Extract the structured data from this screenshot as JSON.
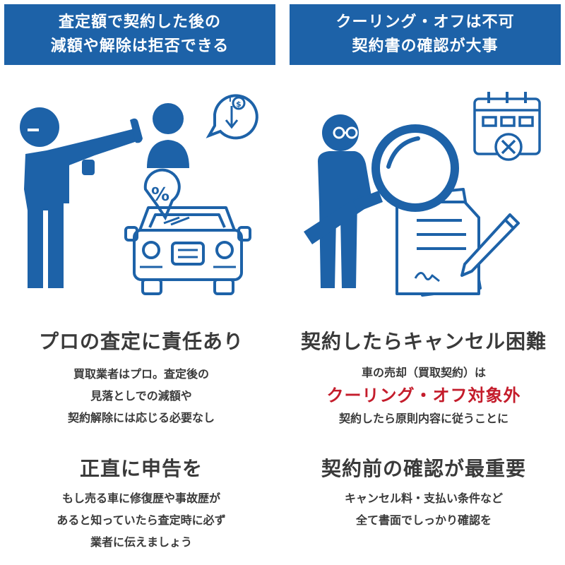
{
  "left": {
    "banner_line1": "査定額で契約した後の",
    "banner_line2": "減額や解除は拒否できる",
    "heading1": "プロの査定に責任あり",
    "text1_line1": "買取業者はプロ。査定後の",
    "text1_line2": "見落としでの減額や",
    "text1_line3": "契約解除には応じる必要なし",
    "heading2": "正直に申告を",
    "text2_line1": "もし売る車に修復歴や事故歴が",
    "text2_line2": "あると知っていたら査定時に必ず",
    "text2_line3": "業者に伝えましょう",
    "percent_symbol": "%",
    "dollar_symbol": "$",
    "i_symbol": "i"
  },
  "right": {
    "banner_line1": "クーリング・オフは不可",
    "banner_line2": "契約書の確認が大事",
    "heading1": "契約したらキャンセル困難",
    "text1_line1": "車の売却（買取契約）は",
    "text1_emph": "クーリング・オフ対象外",
    "text1_line3": "契約したら原則内容に従うことに",
    "heading2": "契約前の確認が最重要",
    "text2_line1": "キャンセル料・支払い条件など",
    "text2_line2": "全て書面でしっかり確認を"
  },
  "colors": {
    "brand_blue": "#1d62a8",
    "emphasis_red": "#c41c2b",
    "text_gray": "#3a3a3a"
  }
}
